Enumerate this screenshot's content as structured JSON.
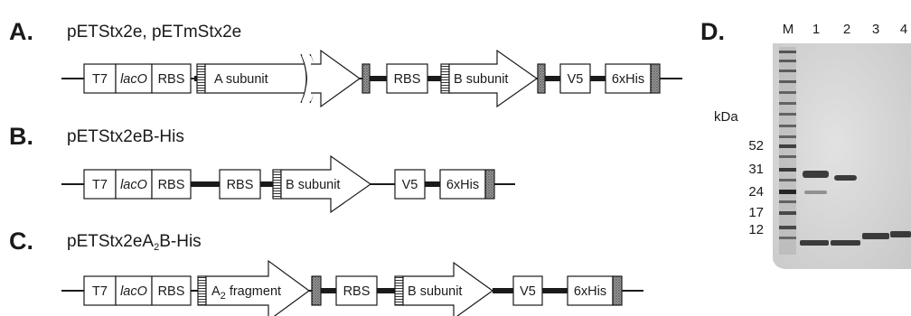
{
  "panels": [
    {
      "letter": "A.",
      "construct": "pETStx2e, pETmStx2e"
    },
    {
      "letter": "B.",
      "construct": "pETStx2eB-His"
    },
    {
      "letter": "C.",
      "construct": "pETStx2eA",
      "construct_sub": "2",
      "construct_suffix": "B-His"
    },
    {
      "letter": "D."
    }
  ],
  "elements": {
    "t7": "T7",
    "laco": "lacO",
    "rbs": "RBS",
    "a_subunit": "A subunit",
    "b_subunit": "B subunit",
    "a2_prefix": "A",
    "a2_sub": "2",
    "a2_suffix": " fragment",
    "v5": "V5",
    "his": "6xHis"
  },
  "gel": {
    "lanes": [
      "M",
      "1",
      "2",
      "3",
      "4"
    ],
    "unit": "kDa",
    "markers": [
      "52",
      "31",
      "24",
      "17",
      "12"
    ]
  },
  "colors": {
    "line": "#1a1a1a",
    "gel_background": "#d6d6d6",
    "band": "#2a2a2a"
  }
}
